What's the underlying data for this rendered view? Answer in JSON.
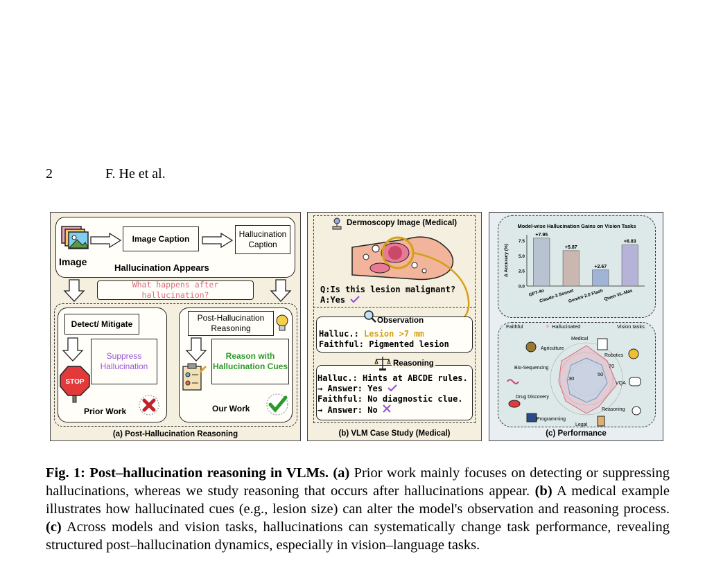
{
  "header": {
    "page_number": "2",
    "authors": "F. He et al."
  },
  "panel_a": {
    "image_label": "Image",
    "image_caption": "Image Caption",
    "halluc_caption_1": "Hallucination",
    "halluc_caption_2": "Caption",
    "hallucination_appears": "Hallucination Appears",
    "question": "What happens after hallucination?",
    "detect": "Detect/ Mitigate",
    "suppress_1": "Suppress",
    "suppress_2": "Hallucination",
    "prior_work": "Prior Work",
    "post_reason_1": "Post-Hallucination",
    "post_reason_2": "Reasoning",
    "reason_cues_1": "Reason with",
    "reason_cues_2": "Hallucination Cues",
    "our_work": "Our Work",
    "stop": "STOP",
    "caption": "(a) Post-Hallucination Reasoning"
  },
  "panel_b": {
    "title": "Dermoscopy Image (Medical)",
    "question": "Q:Is this lesion malignant?",
    "answer": "A:Yes",
    "observation": "Observation",
    "obs_halluc_label": "Halluc.:",
    "obs_halluc_value": "Lesion >7 mm",
    "obs_faithful": "Faithful: Pigmented lesion",
    "reasoning": "Reasoning",
    "r_halluc": "Halluc.: Hints at ABCDE rules.",
    "r_answer_yes": "→ Answer: Yes",
    "r_faithful": "Faithful: No diagnostic clue.",
    "r_answer_no": "→ Answer: No",
    "caption": "(b) VLM Case Study (Medical)"
  },
  "panel_c": {
    "caption": "(c) Performance",
    "radar_legend": [
      "Faithful",
      "Hallucinated",
      "Vision tasks"
    ],
    "radar_axes": [
      "Medical",
      "Robotics",
      "VQA",
      "Reasoning",
      "Legal",
      "Programming",
      "Drug Discovery",
      "Bio-Sequencing",
      "Agriculture"
    ],
    "radar_rings": [
      "30",
      "50",
      "70"
    ]
  },
  "chart_data": {
    "type": "bar",
    "title": "Model-wise Hallucination Gains on Vision Tasks",
    "ylabel": "Δ Accuracy (%)",
    "xlabel": "",
    "categories": [
      "GPT-4o",
      "Claude-3 Sonnet",
      "Gemini-2.0 Flash",
      "Qwen VL-Max"
    ],
    "values": [
      7.95,
      5.87,
      2.67,
      6.83
    ],
    "value_labels": [
      "+7.95",
      "+5.87",
      "+2.67",
      "+6.83"
    ],
    "yticks": [
      "0.0",
      "2.5",
      "5.0",
      "7.5"
    ],
    "ylim": [
      0,
      8.5
    ],
    "colors": [
      "#b7c3d0",
      "#c9b7b0",
      "#9fb4d6",
      "#b6b2d8"
    ]
  },
  "figure_caption": {
    "label": "Fig. 1: Post–hallucination reasoning in VLMs.",
    "a_tag": "(a)",
    "a_text": "Prior work mainly focuses on detecting or suppressing hallucinations, whereas we study reasoning that occurs after hallucinations appear.",
    "b_tag": "(b)",
    "b_text": "A medical example illustrates how hallucinated cues (e.g., lesion size) can alter the model's observation and reasoning process.",
    "c_tag": "(c)",
    "c_text": "Across models and vision tasks, hallucinations can systematically change task performance, revealing structured post–hallucination dynamics, especially in vision–language tasks."
  },
  "colors": {
    "purple": "#9b55d6",
    "green": "#2a9a2a",
    "pink": "#d86b7c",
    "orange": "#d4a017",
    "red": "#c0222a"
  }
}
